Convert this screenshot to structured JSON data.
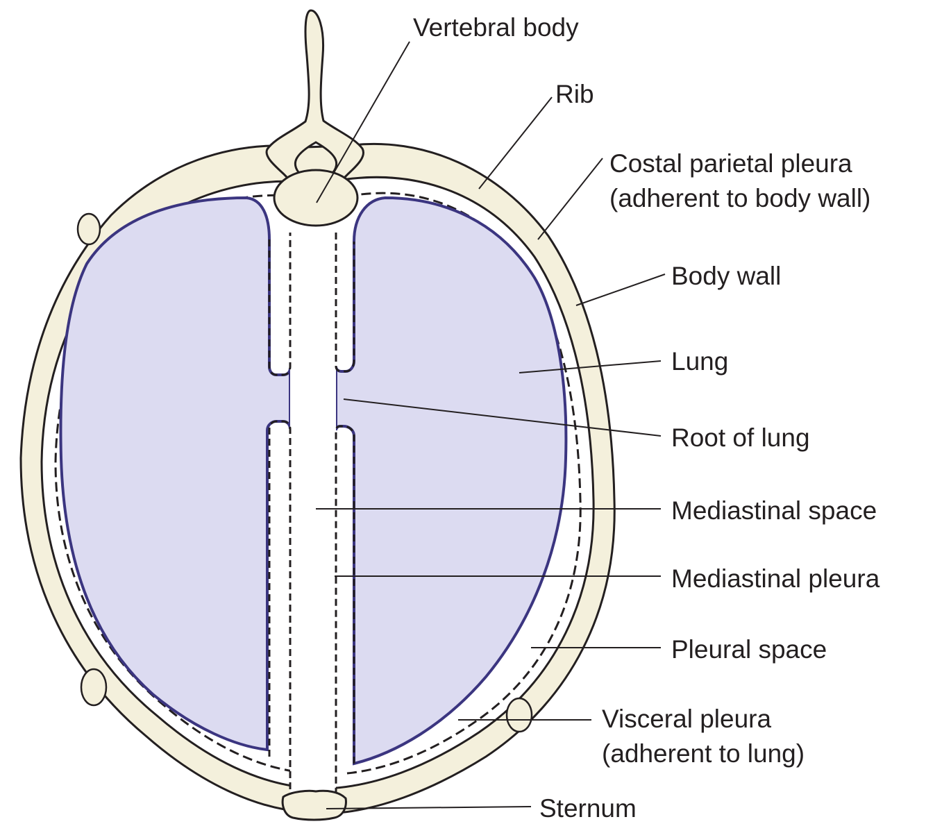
{
  "labels": {
    "vertebral_body": "Vertebral body",
    "rib": "Rib",
    "costal_parietal_pleura_line1": "Costal parietal pleura",
    "costal_parietal_pleura_line2": "(adherent to body wall)",
    "body_wall": "Body wall",
    "lung": "Lung",
    "root_of_lung": "Root of lung",
    "mediastinal_space": "Mediastinal space",
    "mediastinal_pleura": "Mediastinal pleura",
    "pleural_space": "Pleural space",
    "visceral_pleura_line1": "Visceral pleura",
    "visceral_pleura_line2": "(adherent to lung)",
    "sternum": "Sternum"
  },
  "colors": {
    "bone": "#f4f0dc",
    "lung_fill": "#dcdbf1",
    "lung_outline": "#3b3580",
    "outline": "#231f20",
    "background": "#ffffff"
  }
}
